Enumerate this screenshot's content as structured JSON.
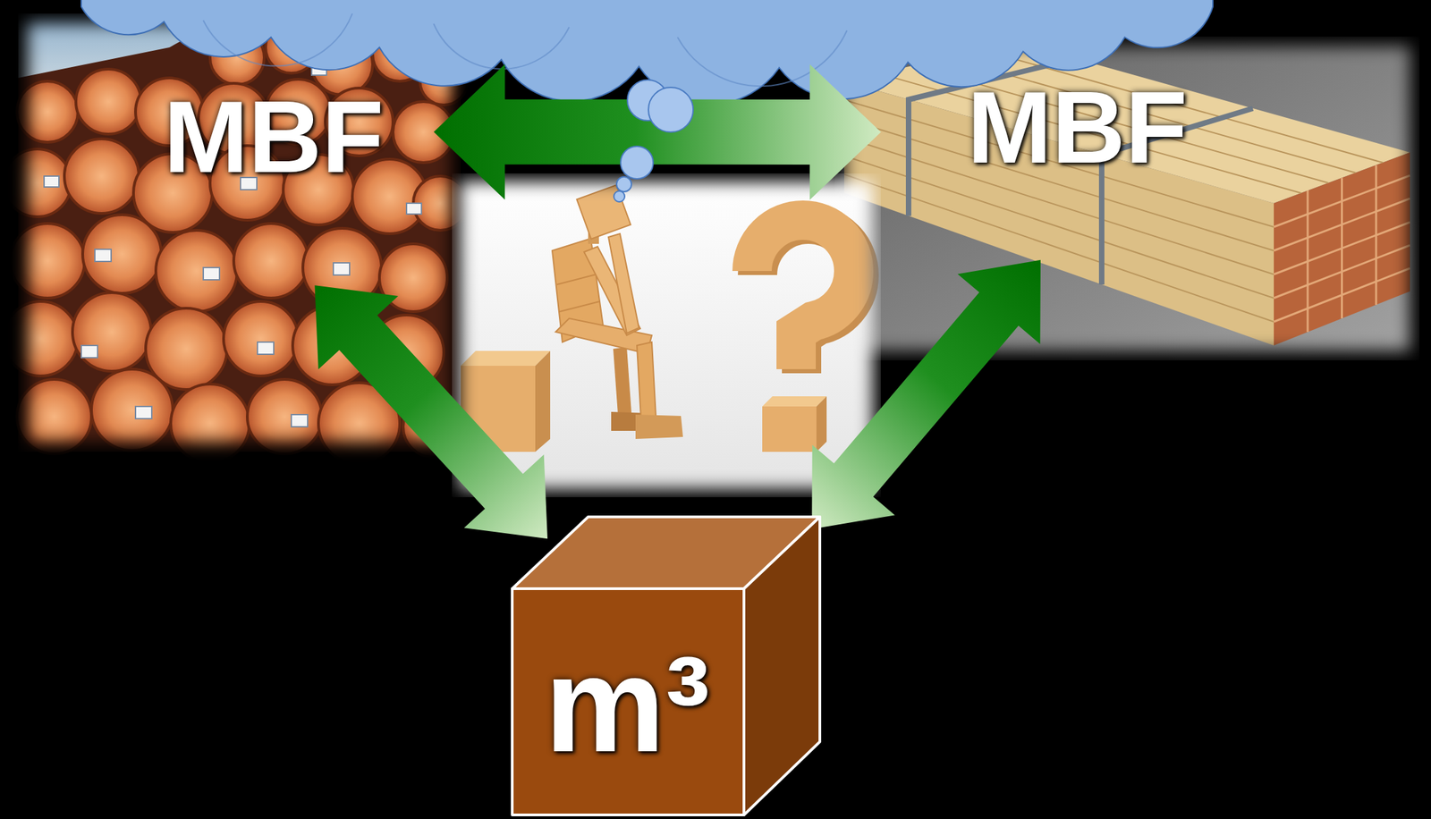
{
  "diagram": {
    "nodes": [
      {
        "text": [
          "MBF"
        ]
      },
      {
        "text": [
          "MBF"
        ]
      },
      {
        "text": [
          "m³"
        ]
      }
    ],
    "edges": [
      {
        "from": 0,
        "to": 1,
        "arrow": "both"
      },
      {
        "from": 0,
        "to": 2,
        "arrow": "both"
      },
      {
        "from": 1,
        "to": 2,
        "arrow": "both"
      }
    ]
  }
}
